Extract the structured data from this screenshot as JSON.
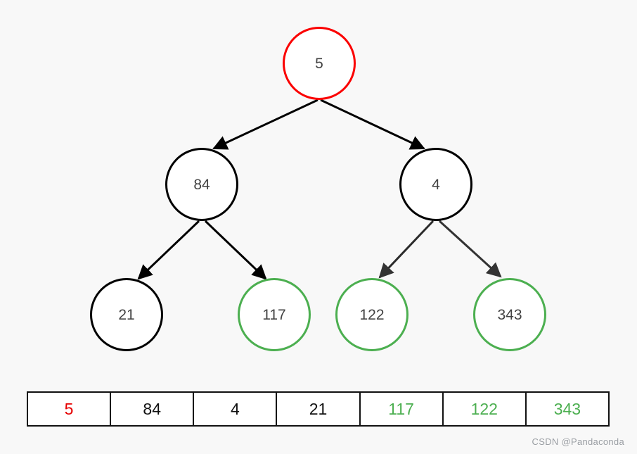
{
  "tree": {
    "nodes": [
      {
        "id": "root",
        "value": "5",
        "variant": "red"
      },
      {
        "id": "left",
        "value": "84",
        "variant": "black"
      },
      {
        "id": "right",
        "value": "4",
        "variant": "black"
      },
      {
        "id": "left-left",
        "value": "21",
        "variant": "black"
      },
      {
        "id": "left-right",
        "value": "117",
        "variant": "green"
      },
      {
        "id": "right-left",
        "value": "122",
        "variant": "green"
      },
      {
        "id": "right-right",
        "value": "343",
        "variant": "green"
      }
    ],
    "edges": [
      {
        "from": "5",
        "to": "84"
      },
      {
        "from": "5",
        "to": "4"
      },
      {
        "from": "84",
        "to": "21"
      },
      {
        "from": "84",
        "to": "117"
      },
      {
        "from": "4",
        "to": "122"
      },
      {
        "from": "4",
        "to": "343"
      }
    ]
  },
  "array": {
    "cells": [
      {
        "value": "5",
        "color": "red"
      },
      {
        "value": "84",
        "color": "black"
      },
      {
        "value": "4",
        "color": "black"
      },
      {
        "value": "21",
        "color": "black"
      },
      {
        "value": "117",
        "color": "green"
      },
      {
        "value": "122",
        "color": "green"
      },
      {
        "value": "343",
        "color": "green"
      }
    ]
  },
  "colors": {
    "highlight_red": "#fb0000",
    "leaf_green": "#4caf50",
    "node_stroke_black": "#000000",
    "node_text": "#424242",
    "background": "#f8f8f8",
    "watermark_gray": "#9a9ea3"
  },
  "watermark": "CSDN @Pandaconda"
}
